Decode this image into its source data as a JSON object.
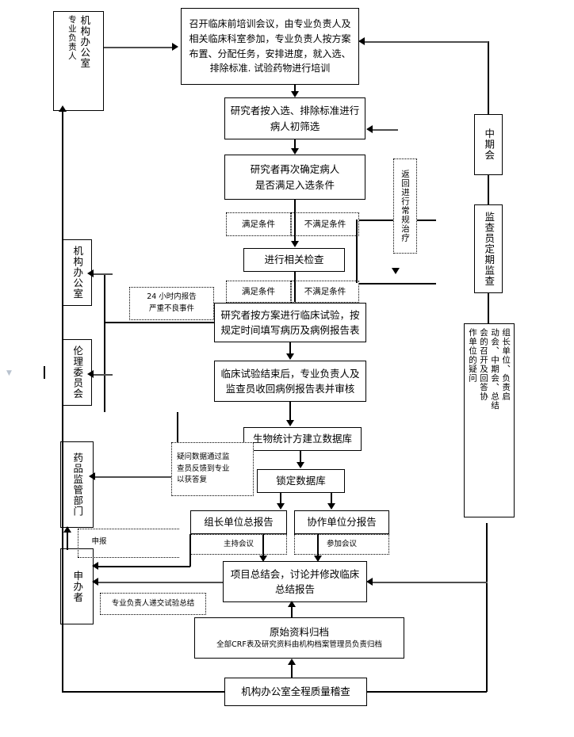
{
  "title": "临床试验流程图",
  "roles": {
    "org_office_lead": "机构办公室",
    "org_office_lead_sub": "专业负责人",
    "org_office_2": "机构办公室",
    "ethics_committee": "伦理委员会",
    "drug_admin": "药品监管部门",
    "sponsor": "申办者"
  },
  "right_column": {
    "midterm_meeting": "中期会",
    "monitor_regular": "监查员定期监查",
    "leader_unit_line1": "组长单位、负责启",
    "leader_unit_line2": "动会、中期会、总结",
    "leader_unit_line3": "会的召开及回答协",
    "leader_unit_line4": "作单位的疑问"
  },
  "main_flow": {
    "training_meeting": "召开临床前培训会议，由专业负责人及相关临床科室参加，专业负责人按方案布置、分配任务，安排进度，就入选、排除标准. 试验药物进行培训",
    "training_meeting_lines": [
      "召开临床前培训会议，由专业负责人及",
      "相关临床科室参加，专业负责人按方案",
      "布置、分配任务，安排进度，就入选、",
      "排除标准. 试验药物进行培训"
    ],
    "screen_patients_lines": [
      "研究者按入选、排除标准进行",
      "病人初筛选"
    ],
    "confirm_patients_lines": [
      "研究者再次确定病人",
      "是否满足入选条件"
    ],
    "related_exam": "进行相关检查",
    "conduct_trial_lines": [
      "研究者按方案进行临床试验，按",
      "规定时间填写病历及病例报告表"
    ],
    "after_trial_lines": [
      "临床试验结束后，专业负责人及",
      "监查员收回病例报告表并审核"
    ],
    "build_database": "生物统计方建立数据库",
    "lock_database": "锁定数据库",
    "leader_total_report": "组长单位总报告",
    "collab_sub_report": "协作单位分报告",
    "summary_meeting_lines": [
      "项目总结会，讨论并修改临床",
      "总结报告"
    ],
    "archive_title": "原始资料归档",
    "archive_sub": "全部CRF表及研究资料由机构档案管理员负责归档",
    "quality_audit": "机构办公室全程质量稽查"
  },
  "annotations": {
    "meet_cond_1": "满足条件",
    "not_meet_cond_1": "不满足条件",
    "meet_cond_2": "满足条件",
    "not_meet_cond_2": "不满足条件",
    "return_routine": "返回进行常规治疗",
    "sae_report_lines": [
      "24 小时内报告",
      "严重不良事件"
    ],
    "query_feedback_lines": [
      "疑问数据通过监",
      "查员反馈到专业",
      "以获答复"
    ],
    "host_meeting": "主持会议",
    "attend_meeting": "参加会议",
    "submit_summary": "专业负责人递交试验总结",
    "apply_label": "申报"
  }
}
